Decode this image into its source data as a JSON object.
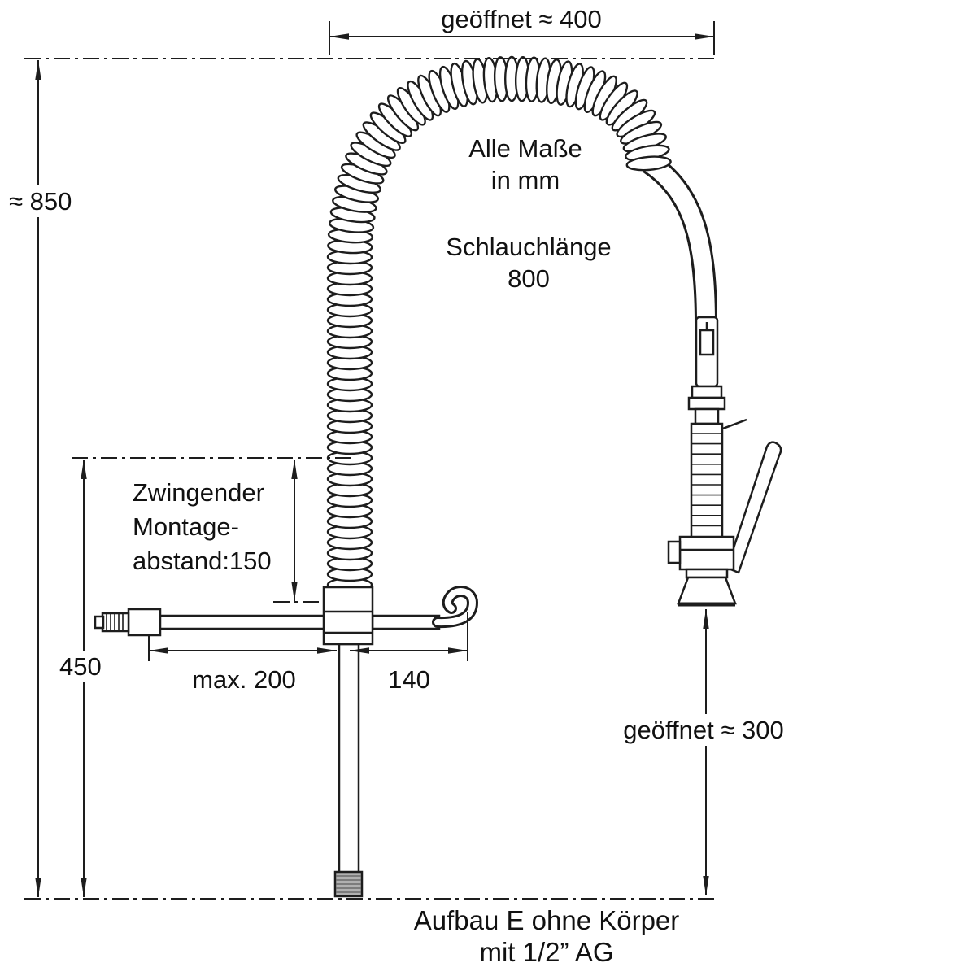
{
  "caption": {
    "line1": "Aufbau E ohne Körper",
    "line2": "mit 1/2” AG"
  },
  "notes": {
    "units": {
      "line1": "Alle Maße",
      "line2": "in mm"
    },
    "hose_length": {
      "line1": "Schlauchlänge",
      "line2": "800"
    },
    "mounting": {
      "line1": "Zwingender",
      "line2": "Montage-",
      "line3": "abstand:150"
    }
  },
  "dimensions": {
    "opened_width": "geöffnet ≈ 400",
    "total_height": "≈ 850",
    "riser_height": "450",
    "max_left": "max. 200",
    "hook_offset": "140",
    "opened_height": "geöffnet ≈ 300"
  },
  "colors": {
    "line": "#1d1d1d",
    "fill": "#ffffff",
    "metal": "#b0b0b0"
  }
}
